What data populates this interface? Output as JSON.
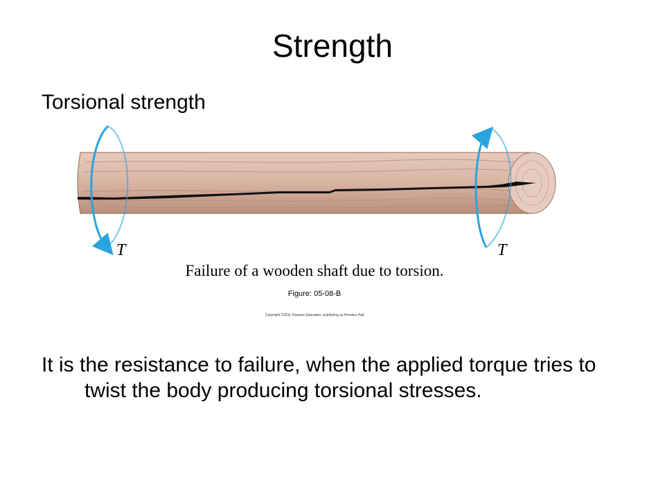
{
  "slide": {
    "title": "Strength",
    "subtitle": "Torsional strength",
    "body": "It is the resistance to failure, when the applied torque tries to twist the body producing torsional stresses."
  },
  "figure": {
    "caption": "Failure of a wooden shaft due to torsion.",
    "number": "Figure: 05-08-B",
    "copyright": "Copyright ©2011 Pearson Education, publishing as Prentice Hall",
    "torque_label_left": "T",
    "torque_label_right": "T"
  },
  "colors": {
    "wood": "#d9b6a4",
    "arrow": "#2aa3df",
    "crack": "#111111"
  }
}
